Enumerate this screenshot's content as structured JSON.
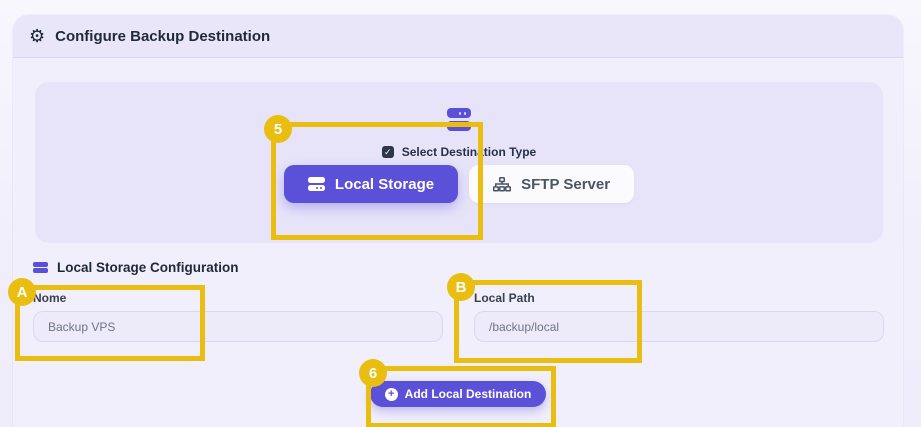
{
  "header": {
    "title": "Configure Backup Destination"
  },
  "destination_panel": {
    "select_label": "Select Destination Type",
    "select_checked": true,
    "checkmark": "✓",
    "options": [
      {
        "label": "Local Storage",
        "selected": true
      },
      {
        "label": "SFTP Server",
        "selected": false
      }
    ]
  },
  "local_config": {
    "section_title": "Local Storage Configuration",
    "fields": [
      {
        "label": "Nome",
        "value": "Backup VPS"
      },
      {
        "label": "Local Path",
        "value": "/backup/local"
      }
    ],
    "submit_label": "Add Local Destination",
    "submit_icon_glyph": "+"
  },
  "annotations": [
    {
      "label": "5",
      "target": "local-storage-type-button"
    },
    {
      "label": "A",
      "target": "name-field"
    },
    {
      "label": "B",
      "target": "local-path-field"
    },
    {
      "label": "6",
      "target": "add-local-destination-button"
    }
  ],
  "icons": {
    "gear": "⚙",
    "server_stack": "two purple stacked bars with dots",
    "hard_drive": "white stacked bars",
    "sitemap": "network nodes glyph"
  },
  "colors": {
    "accent_purple": "#5b51d8",
    "annotation_yellow": "#e9be10",
    "panel_lavender": "#e7e4f9",
    "card_bg": "#f1effb"
  }
}
